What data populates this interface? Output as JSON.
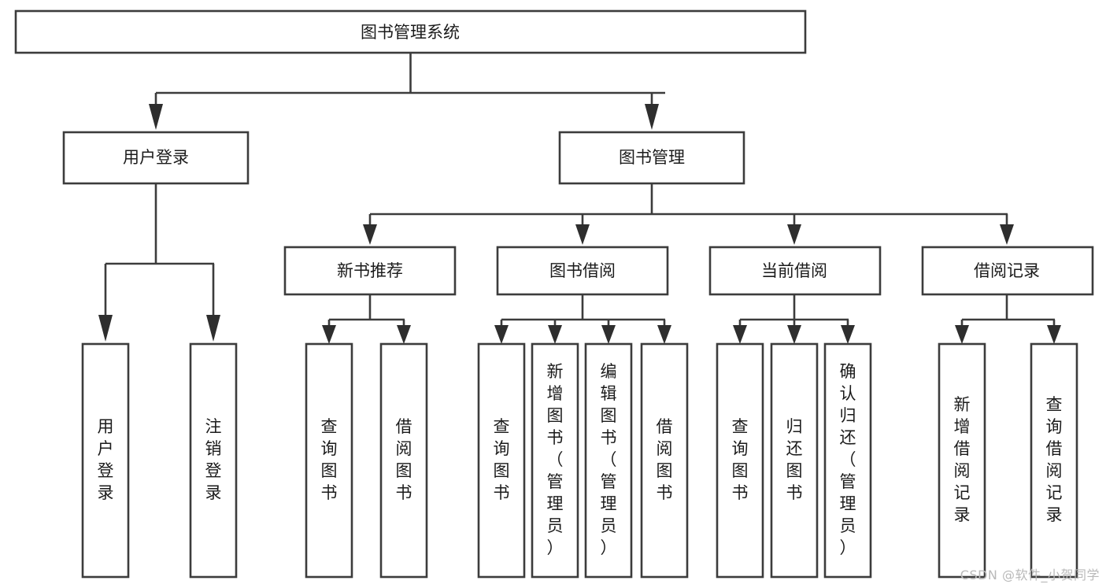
{
  "diagram": {
    "type": "tree-hierarchy",
    "title": "图书管理系统",
    "watermark": "CSDN @软件_小贺同学",
    "colors": {
      "box_stroke": "#3c3c3c",
      "box_fill": "#ffffff",
      "connector": "#3c3c3c",
      "text": "#1b1b1b",
      "watermark": "#b9b9b9"
    },
    "levels": {
      "root": "图书管理系统",
      "level1": [
        "用户登录",
        "图书管理"
      ],
      "level2": [
        "新书推荐",
        "图书借阅",
        "当前借阅",
        "借阅记录"
      ]
    },
    "nodes": {
      "root": {
        "label": "图书管理系统"
      },
      "l1": [
        {
          "label": "用户登录"
        },
        {
          "label": "图书管理"
        }
      ],
      "l2": [
        {
          "label": "新书推荐"
        },
        {
          "label": "图书借阅"
        },
        {
          "label": "当前借阅"
        },
        {
          "label": "借阅记录"
        }
      ],
      "leaves_user_login": [
        {
          "label": "用户登录",
          "chars": [
            "用",
            "户",
            "登",
            "录"
          ]
        },
        {
          "label": "注销登录",
          "chars": [
            "注",
            "销",
            "登",
            "录"
          ]
        }
      ],
      "leaves_new_book": [
        {
          "label": "查询图书",
          "chars": [
            "查",
            "询",
            "图",
            "书"
          ]
        },
        {
          "label": "借阅图书",
          "chars": [
            "借",
            "阅",
            "图",
            "书"
          ]
        }
      ],
      "leaves_borrow": [
        {
          "label": "查询图书",
          "chars": [
            "查",
            "询",
            "图",
            "书"
          ]
        },
        {
          "label": "新增图书（管理员）",
          "chars": [
            "新",
            "增",
            "图",
            "书",
            "（",
            "管",
            "理",
            "员",
            "）"
          ]
        },
        {
          "label": "编辑图书（管理员）",
          "chars": [
            "编",
            "辑",
            "图",
            "书",
            "（",
            "管",
            "理",
            "员",
            "）"
          ]
        },
        {
          "label": "借阅图书",
          "chars": [
            "借",
            "阅",
            "图",
            "书"
          ]
        }
      ],
      "leaves_current": [
        {
          "label": "查询图书",
          "chars": [
            "查",
            "询",
            "图",
            "书"
          ]
        },
        {
          "label": "归还图书",
          "chars": [
            "归",
            "还",
            "图",
            "书"
          ]
        },
        {
          "label": "确认归还（管理员）",
          "chars": [
            "确",
            "认",
            "归",
            "还",
            "（",
            "管",
            "理",
            "员",
            "）"
          ]
        }
      ],
      "leaves_records": [
        {
          "label": "新增借阅记录",
          "chars": [
            "新",
            "增",
            "借",
            "阅",
            "记",
            "录"
          ]
        },
        {
          "label": "查询借阅记录",
          "chars": [
            "查",
            "询",
            "借",
            "阅",
            "记",
            "录"
          ]
        }
      ]
    }
  }
}
